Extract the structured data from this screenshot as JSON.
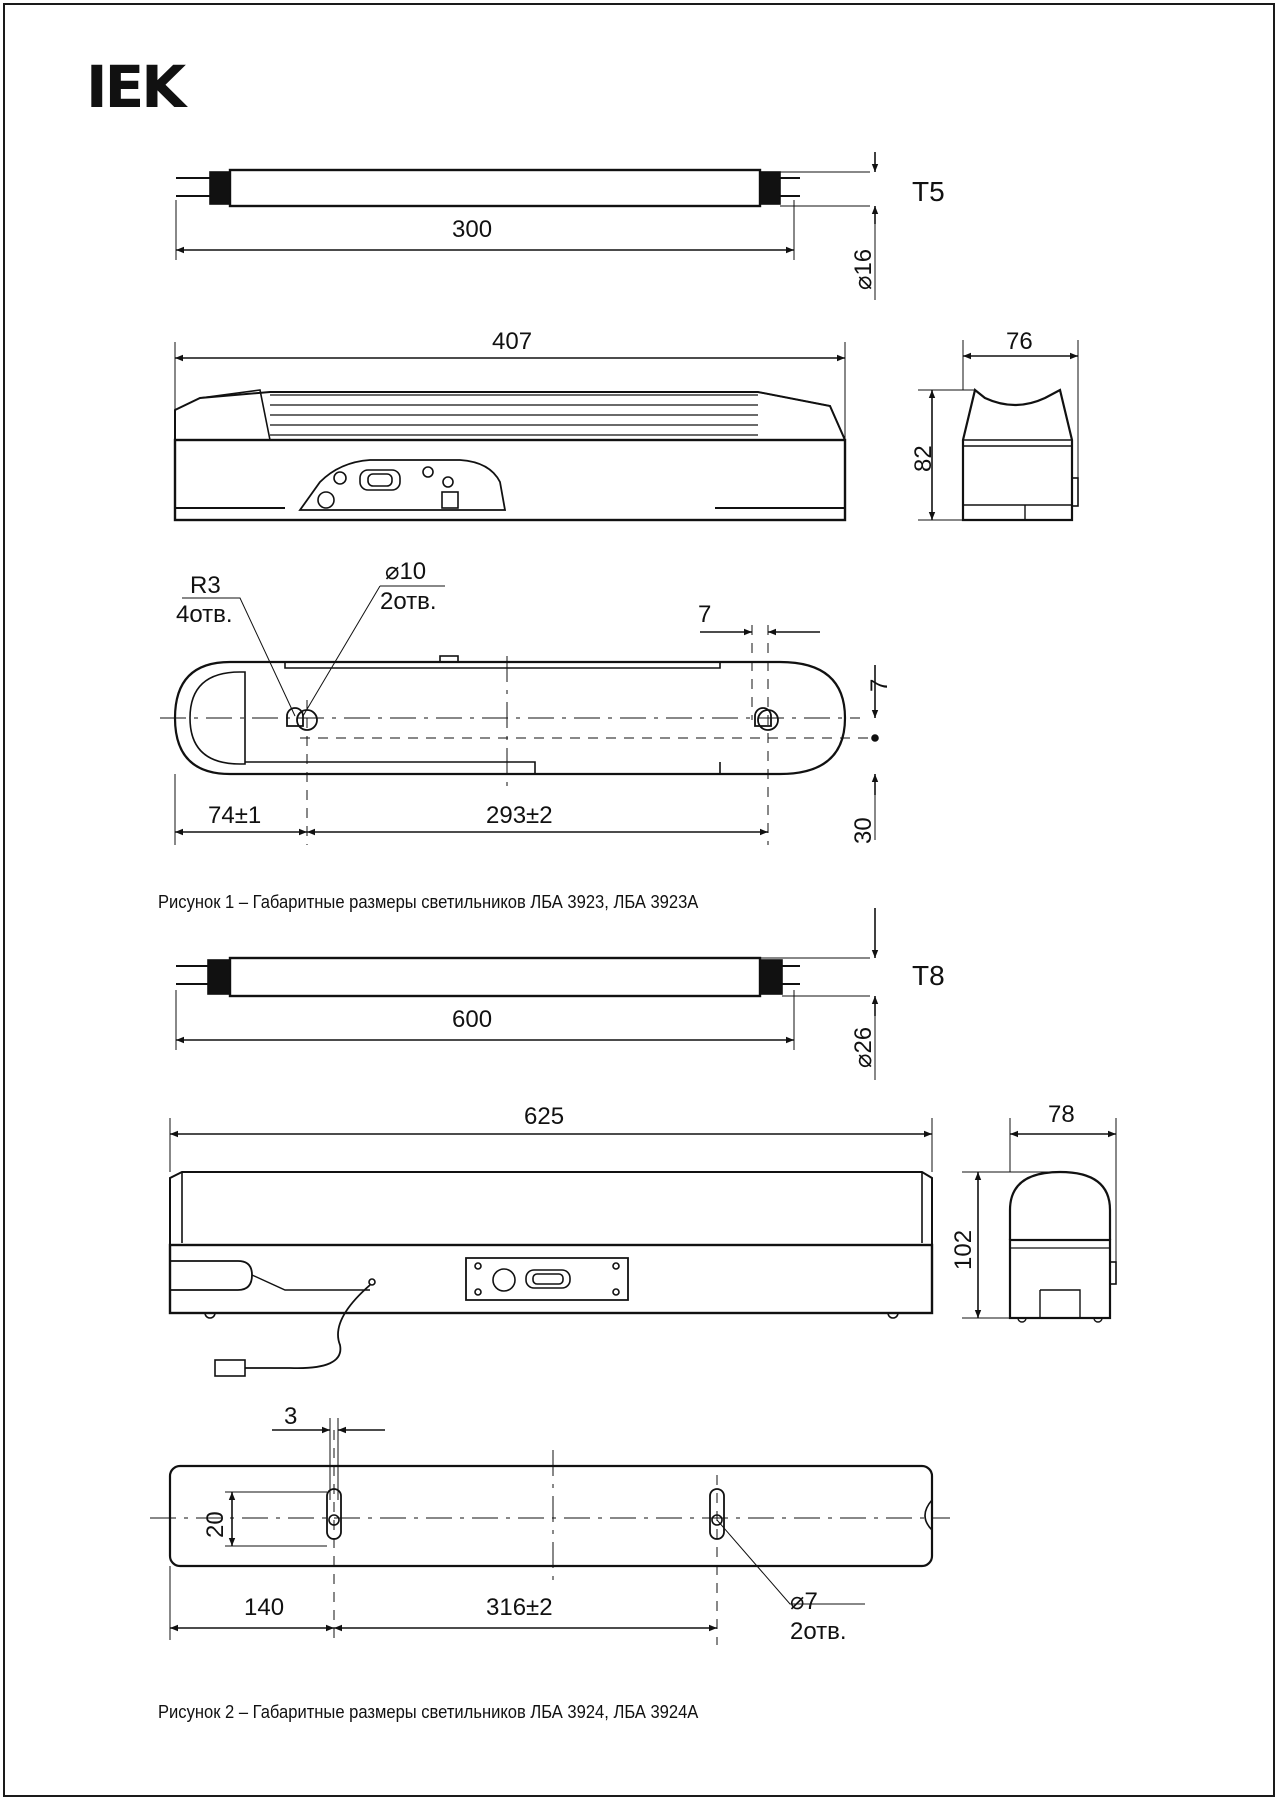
{
  "brand": {
    "logo_text": "IEK"
  },
  "figure1": {
    "lamp_type": "T5",
    "lamp_length": "300",
    "lamp_diameter": "⌀16",
    "body_length": "407",
    "side_width": "76",
    "side_height": "82",
    "hole_radius": "R3",
    "hole_radius_count": "4отв.",
    "hole_diam": "⌀10",
    "hole_diam_count": "2отв.",
    "offset_right": "7",
    "offset_top": "7",
    "offset_bottom": "30",
    "dim_left": "74±1",
    "dim_between": "293±2",
    "caption": "Рисунок 1 – Габаритные размеры светильников ЛБА 3923, ЛБА 3923А"
  },
  "figure2": {
    "lamp_type": "T8",
    "lamp_length": "600",
    "lamp_diameter": "⌀26",
    "body_length": "625",
    "side_width": "78",
    "side_height": "102",
    "slot_width": "3",
    "slot_height": "20",
    "dim_left": "140",
    "dim_between": "316±2",
    "hole_diam": "⌀7",
    "hole_diam_count": "2отв.",
    "caption": "Рисунок 2 – Габаритные размеры светильников ЛБА 3924, ЛБА 3924А"
  }
}
